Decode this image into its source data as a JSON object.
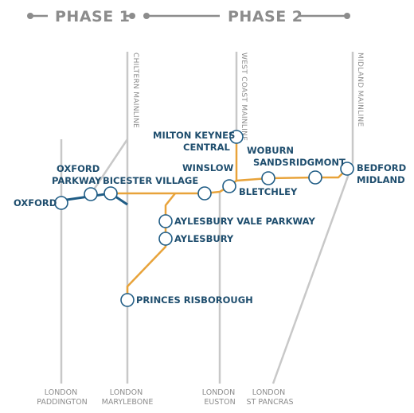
{
  "colors": {
    "phase_2_line": "#e8a33a",
    "phase_1_line": "#1f5c85",
    "existing_line": "#c8c8c8",
    "station_text": "#1f4e6e",
    "label_grey": "#8c8c8c"
  },
  "phases": {
    "phase_1": "PHASE 1",
    "phase_2": "PHASE 2"
  },
  "mainlines": {
    "chiltern": "CHILTERN MAINLINE",
    "west_coast": "WEST COAST MAINLINE",
    "midland": "MIDLAND MAINLINE"
  },
  "termini": {
    "paddington": [
      "LONDON",
      "PADDINGTON"
    ],
    "marylebone": [
      "LONDON",
      "MARYLEBONE"
    ],
    "euston": [
      "LONDON",
      "EUSTON"
    ],
    "st_pancras": [
      "LONDON",
      "ST PANCRAS"
    ]
  },
  "stations": {
    "oxford": "OXFORD",
    "oxford_parkway": [
      "OXFORD",
      "PARKWAY"
    ],
    "bicester_village": "BICESTER VILLAGE",
    "winslow": "WINSLOW",
    "milton_keynes_central": [
      "MILTON KEYNES",
      "CENTRAL"
    ],
    "bletchley": "BLETCHLEY",
    "woburn_sands": [
      "WOBURN",
      "SANDS"
    ],
    "ridgmont": "RIDGMONT",
    "bedford_midland": [
      "BEDFORD",
      "MIDLAND"
    ],
    "aylesbury_vale_parkway": "AYLESBURY VALE PARKWAY",
    "aylesbury": "AYLESBURY",
    "princes_risborough": "PRINCES RISBOROUGH"
  }
}
